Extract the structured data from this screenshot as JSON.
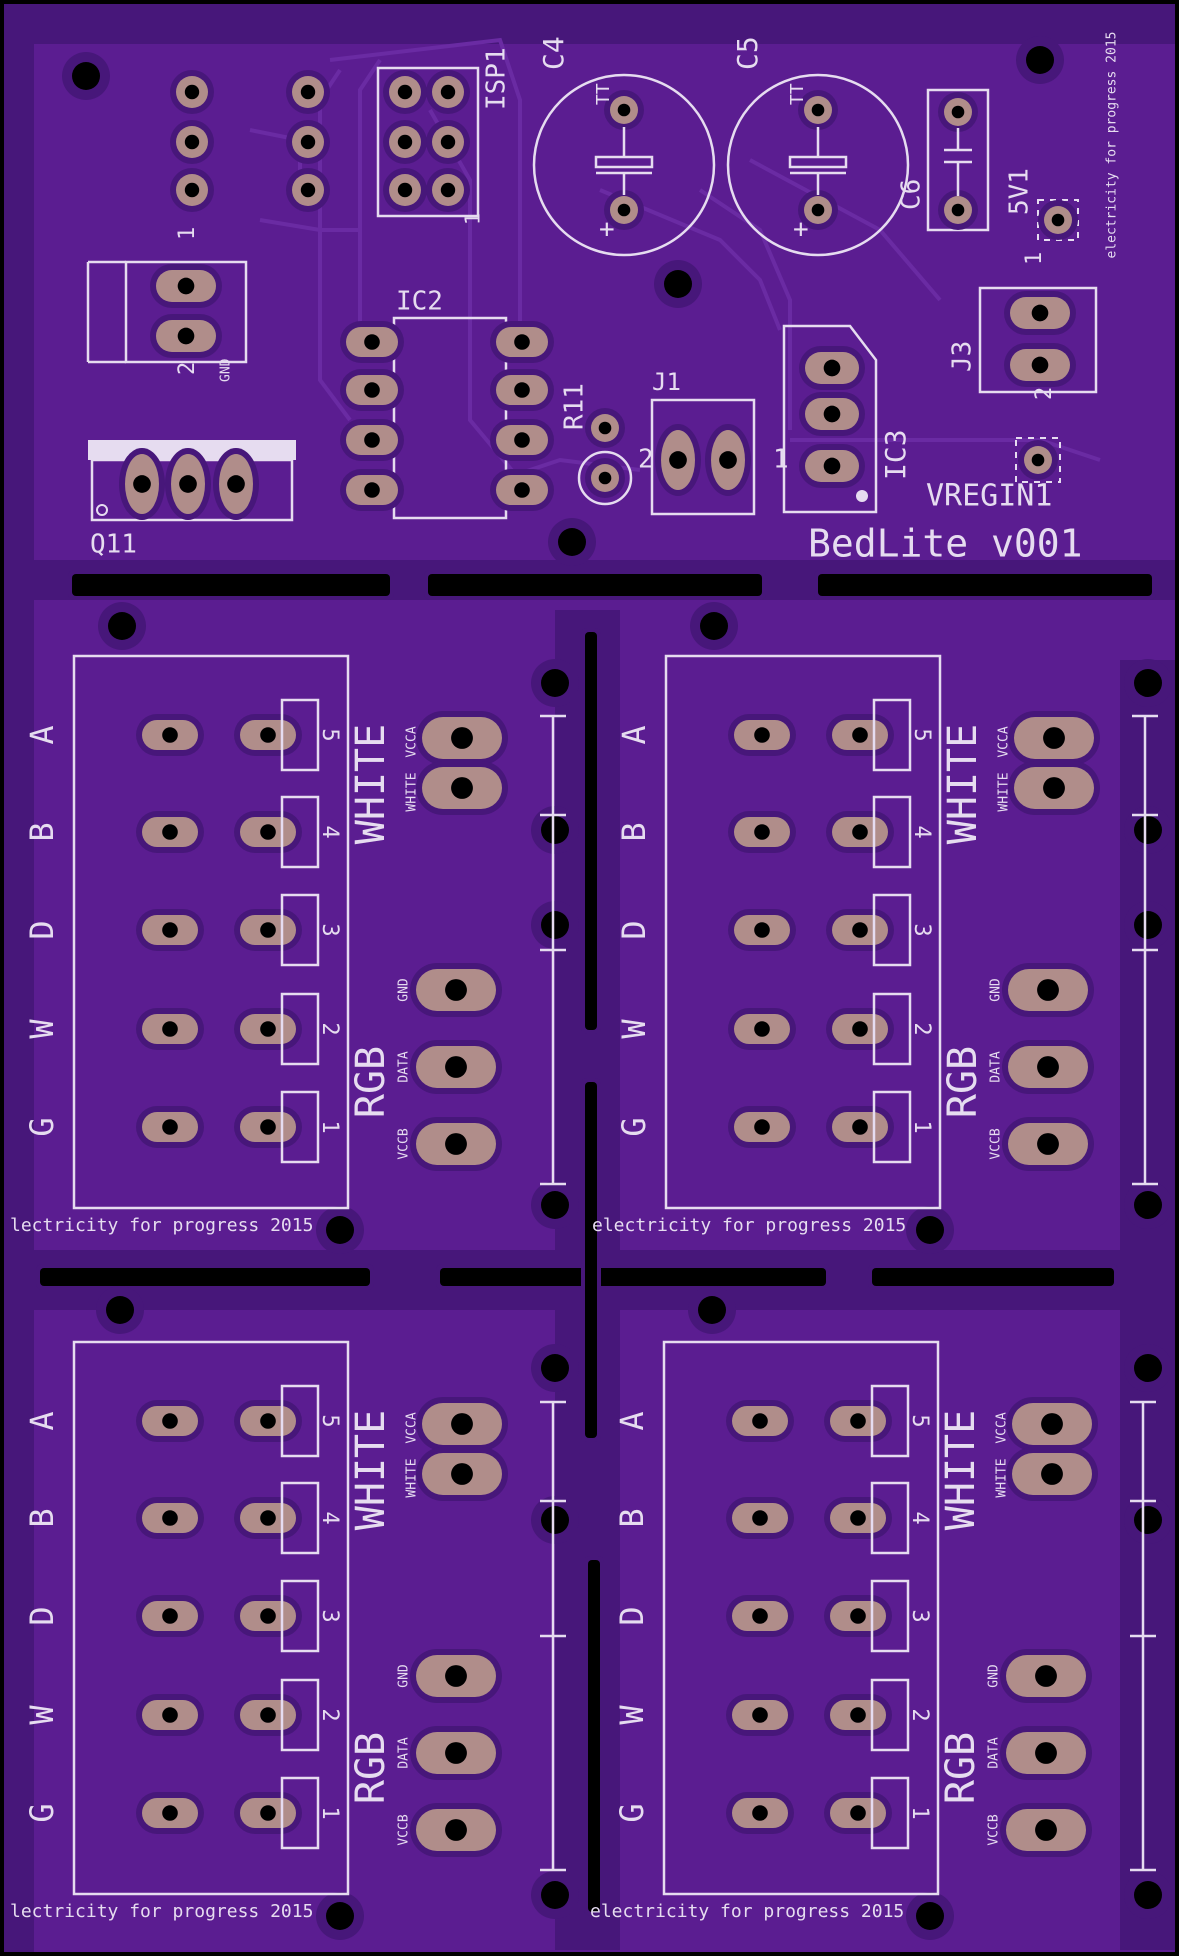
{
  "colors": {
    "board": "#5b1d91",
    "copper": "#47177a",
    "silk": "#e6dcf0",
    "pad": "#b08d8a",
    "hole": "#000000",
    "outline": "#000000"
  },
  "title": {
    "name": "BedLite v001"
  },
  "credit": "electricity for progress 2015",
  "credit_clipped": "lectricity for progress 2015",
  "components": {
    "c4": "C4",
    "c5": "C5",
    "c6": "C6",
    "isp1": "ISP1",
    "ic2": "IC2",
    "ic3": "IC3",
    "r11": "R11",
    "j1": "J1",
    "j3": "J3",
    "q11": "Q11",
    "v5v1": "5V1",
    "vregin1": "VREGIN1",
    "gnd": "GND",
    "one": "1",
    "two": "2",
    "plus": "+",
    "tt": "TT"
  },
  "module": {
    "letters": [
      "A",
      "B",
      "D",
      "W",
      "G"
    ],
    "numbers": [
      "5",
      "4",
      "3",
      "2",
      "1"
    ],
    "white": "WHITE",
    "rgb": "RGB",
    "vcca": "VCCA",
    "white_small": "WHITE",
    "gnd": "GND",
    "data": "DATA",
    "vccb": "VCCB"
  }
}
